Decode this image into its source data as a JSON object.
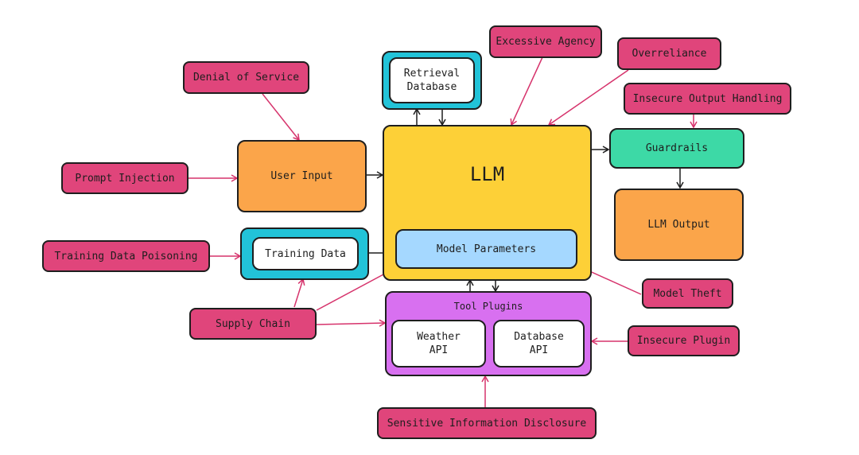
{
  "colors": {
    "threat": "#e0457b",
    "llm": "#fdd037",
    "user_input": "#fba54a",
    "llm_output": "#fba54a",
    "guardrails": "#3dd9a6",
    "model_parameters": "#a5d8ff",
    "teal_frame": "#22c3d8",
    "plugins": "#d870f0",
    "arrow_dark": "#1e1e1e",
    "arrow_threat": "#d6336c"
  },
  "components": {
    "llm": "LLM",
    "model_parameters": "Model Parameters",
    "user_input": "User Input",
    "retrieval_database": "Retrieval\nDatabase",
    "guardrails": "Guardrails",
    "llm_output": "LLM Output",
    "training_data": "Training Data",
    "tool_plugins": "Tool Plugins",
    "weather_api": "Weather\nAPI",
    "database_api": "Database\nAPI"
  },
  "threats": {
    "denial_of_service": "Denial of Service",
    "prompt_injection": "Prompt Injection",
    "training_data_poisoning": "Training Data Poisoning",
    "supply_chain": "Supply Chain",
    "excessive_agency": "Excessive Agency",
    "overreliance": "Overreliance",
    "insecure_output_handling": "Insecure Output Handling",
    "model_theft": "Model Theft",
    "insecure_plugin": "Insecure Plugin",
    "sensitive_information_disclosure": "Sensitive Information Disclosure"
  }
}
